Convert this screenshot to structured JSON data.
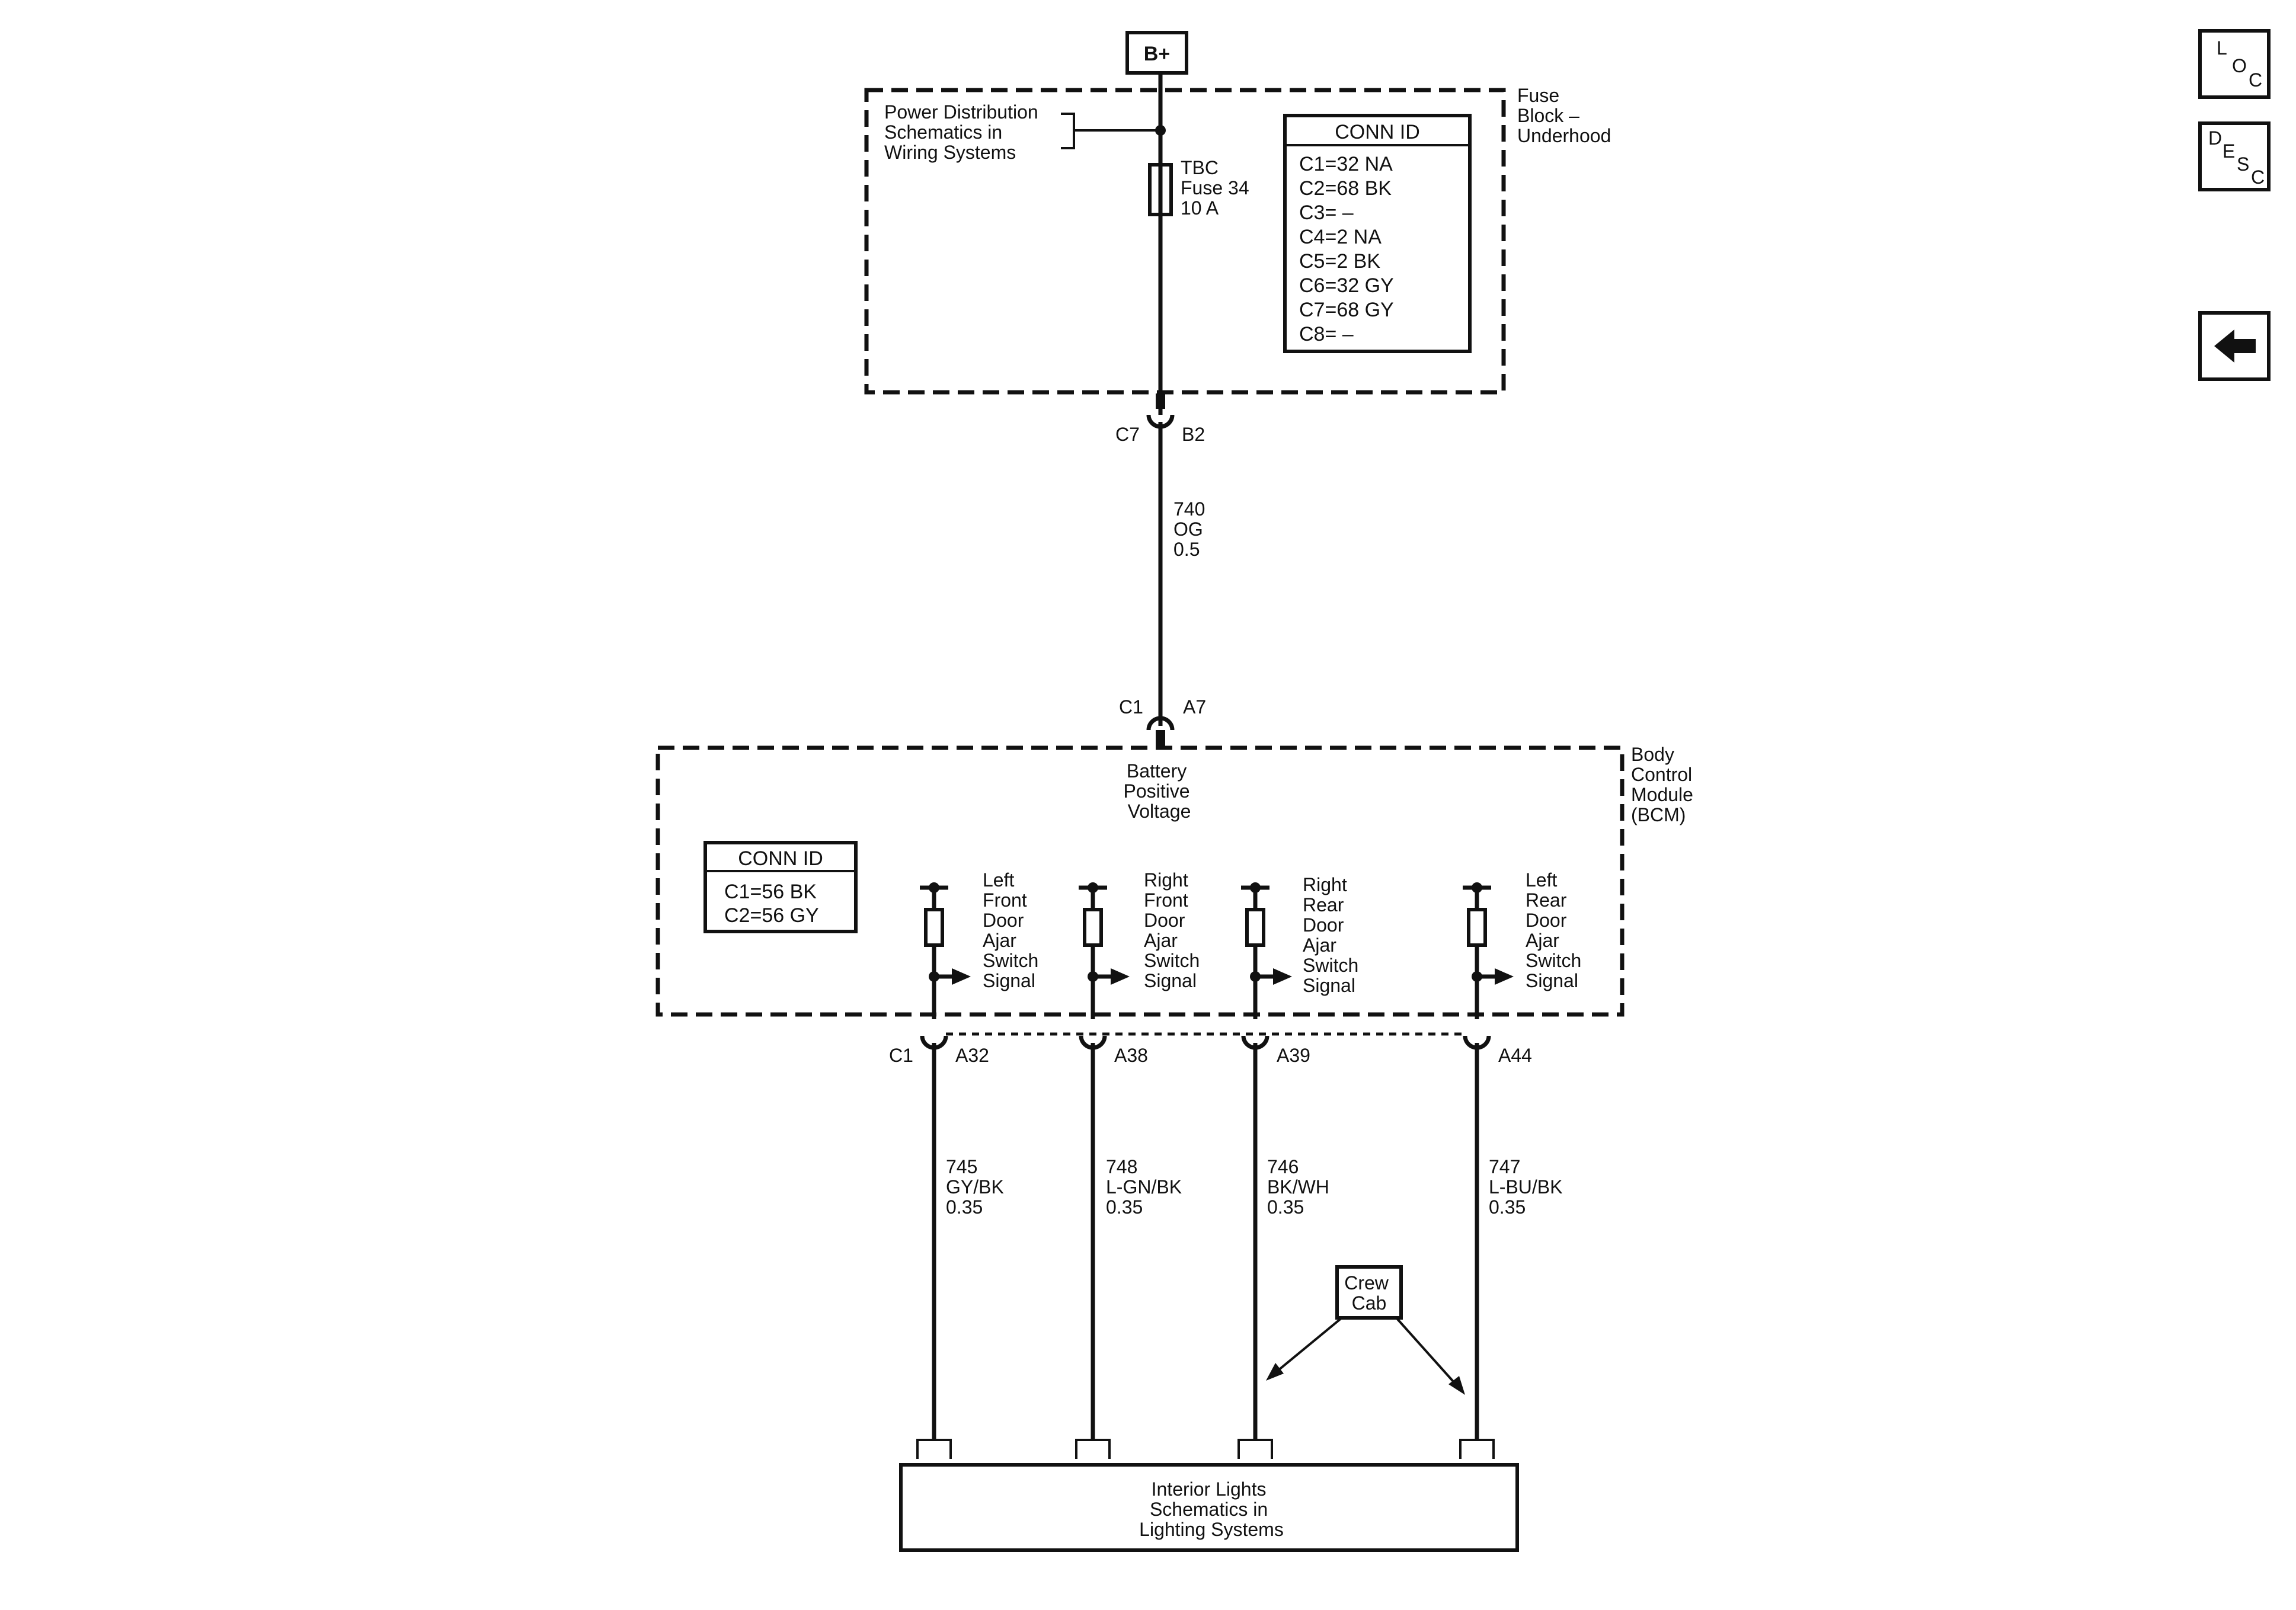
{
  "power_source": {
    "label": "B+"
  },
  "fuse_block": {
    "title_lines": [
      "Fuse",
      "Block –",
      "Underhood"
    ],
    "reference_lines": [
      "Power Distribution",
      "Schematics in",
      "Wiring Systems"
    ],
    "fuse_lines": [
      "TBC",
      "Fuse 34",
      "10 A"
    ],
    "conn_id": {
      "header": "CONN ID",
      "rows": [
        "C1=32 NA",
        "C2=68 BK",
        "C3= –",
        "C4=2 NA",
        "C5=2 BK",
        "C6=32 GY",
        "C7=68 GY",
        "C8= –"
      ]
    }
  },
  "fuse_output": {
    "connector": "C7",
    "pin": "B2"
  },
  "feed_wire": {
    "circuit": "740",
    "color": "OG",
    "size": "0.5"
  },
  "bcm_input": {
    "connector": "C1",
    "pin": "A7"
  },
  "bcm": {
    "title_lines": [
      "Body",
      "Control",
      "Module",
      "(BCM)"
    ],
    "input_label_lines": [
      "Battery",
      "Positive",
      "Voltage"
    ],
    "conn_id": {
      "header": "CONN ID",
      "rows": [
        "C1=56 BK",
        "C2=56 GY"
      ]
    },
    "inputs": [
      {
        "label_lines": [
          "Left",
          "Front",
          "Door",
          "Ajar",
          "Switch",
          "Signal"
        ],
        "pin": "A32"
      },
      {
        "label_lines": [
          "Right",
          "Front",
          "Door",
          "Ajar",
          "Switch",
          "Signal"
        ],
        "pin": "A38"
      },
      {
        "label_lines": [
          "Right",
          "Rear",
          "Door",
          "Ajar",
          "Switch",
          "Signal"
        ],
        "pin": "A39"
      },
      {
        "label_lines": [
          "Left",
          "Rear",
          "Door",
          "Ajar",
          "Switch",
          "Signal"
        ],
        "pin": "A44"
      }
    ],
    "output_connector": "C1"
  },
  "output_wires": [
    {
      "circuit": "745",
      "color": "GY/BK",
      "size": "0.35"
    },
    {
      "circuit": "748",
      "color": "L-GN/BK",
      "size": "0.35"
    },
    {
      "circuit": "746",
      "color": "BK/WH",
      "size": "0.35"
    },
    {
      "circuit": "747",
      "color": "L-BU/BK",
      "size": "0.35"
    }
  ],
  "option_note": {
    "lines": [
      "Crew",
      "Cab"
    ]
  },
  "destination": {
    "lines": [
      "Interior Lights",
      "Schematics in",
      "Lighting Systems"
    ]
  },
  "nav_buttons": {
    "loc": [
      "L",
      "O",
      "C"
    ],
    "desc": [
      "D",
      "E",
      "S",
      "C"
    ],
    "back_icon": "left-arrow-icon"
  }
}
